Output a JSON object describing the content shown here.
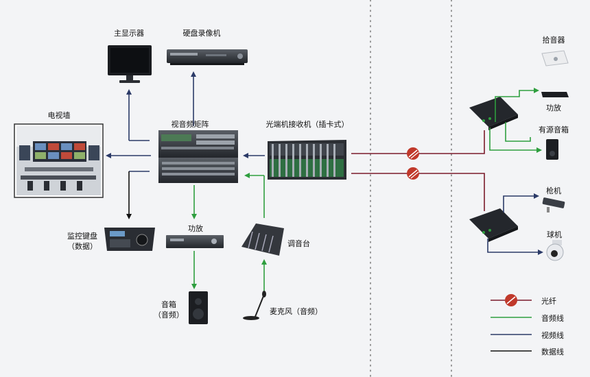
{
  "labels": {
    "main_monitor": "主显示器",
    "dvr": "硬盘录像机",
    "video_wall": "电视墙",
    "av_matrix": "视音频矩阵",
    "optical_receiver": "光端机接收机（插卡式）",
    "keyboard_line1": "监控键盘",
    "keyboard_line2": "（数据）",
    "amplifier": "功放",
    "mixer": "调音台",
    "speaker_line1": "音箱",
    "speaker_line2": "（音频）",
    "microphone": "麦克风（音频）",
    "pickup": "拾音器",
    "amplifier_remote": "功放",
    "active_speaker": "有源音箱",
    "bullet_camera": "枪机",
    "dome_camera": "球机"
  },
  "legend": {
    "fiber": "光纤",
    "audio_line": "音频线",
    "video_line": "视频线",
    "data_line": "数据线"
  },
  "colors": {
    "background": "#f3f4f6",
    "video_line": "#2b3a67",
    "audio_line": "#2e9e3e",
    "fiber_line": "#7a1a2a",
    "fiber_badge": "#c0392b",
    "device_dark": "#1f2226"
  }
}
